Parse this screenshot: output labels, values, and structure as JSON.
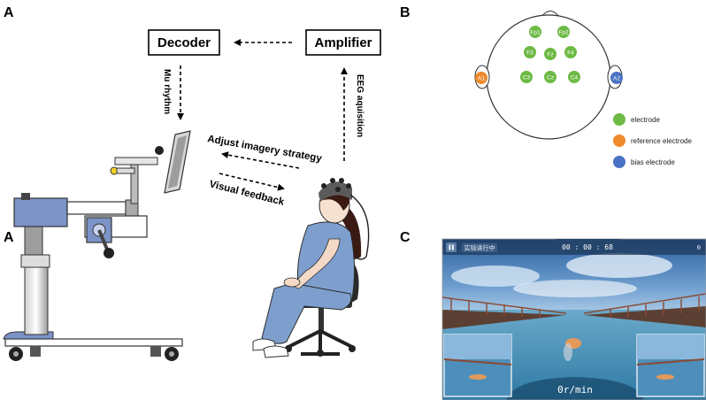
{
  "panels": {
    "a": "A",
    "b": "B",
    "c": "C"
  },
  "flow": {
    "decoder": "Decoder",
    "amplifier": "Amplifier",
    "mu_rhythm": "Mu rhythm",
    "eeg": "EEG aquisition",
    "adjust": "Adjust imagery strategy",
    "visual": "Visual feedback"
  },
  "electrodes": {
    "fp1": "Fp1",
    "fp2": "Fp2",
    "f3": "F3",
    "fz": "Fz",
    "f4": "F4",
    "c3": "C3",
    "cz": "Cz",
    "c4": "C4",
    "a1": "A1",
    "a2": "A2"
  },
  "legend": {
    "electrode": "electrode",
    "reference": "reference electrode",
    "bias": "bias electrode"
  },
  "game": {
    "timer": "00 : 00 : 68",
    "speed": "0r/min",
    "counter": "0",
    "status_label": "实验进行中"
  },
  "colors": {
    "electrode": "#6dba45",
    "reference": "#f08a2c",
    "bias": "#4a72c4",
    "device_blue": "#7b93c7",
    "gown": "#7e9fce",
    "water": "#3f86b0",
    "sky": "#3a77b8",
    "fence": "#8a4a32"
  }
}
